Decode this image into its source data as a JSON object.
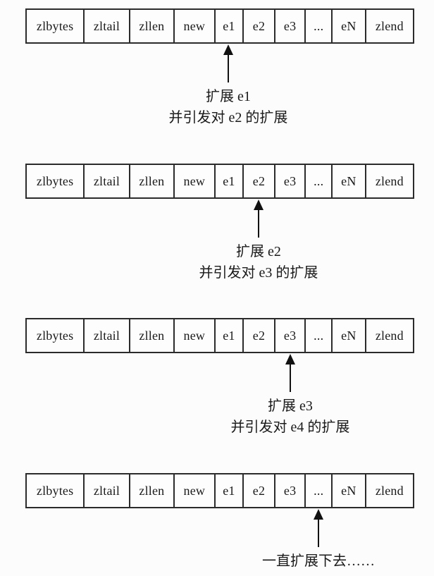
{
  "diagram": {
    "description_colors": {
      "border": "#2b2b2b",
      "background": "#fcfcfc",
      "text": "#1a1a1a"
    },
    "cells": [
      "zlbytes",
      "zltail",
      "zllen",
      "new",
      "e1",
      "e2",
      "e3",
      "...",
      "eN",
      "zlend"
    ],
    "sections": [
      {
        "target_cell": "e1",
        "label_line1": "扩展 e1",
        "label_line2": "并引发对 e2 的扩展"
      },
      {
        "target_cell": "e2",
        "label_line1": "扩展 e2",
        "label_line2": "并引发对 e3 的扩展"
      },
      {
        "target_cell": "e3",
        "label_line1": "扩展 e3",
        "label_line2": "并引发对 e4 的扩展"
      },
      {
        "target_cell": "...",
        "label_line1": "一直扩展下去……",
        "label_line2": ""
      }
    ]
  }
}
